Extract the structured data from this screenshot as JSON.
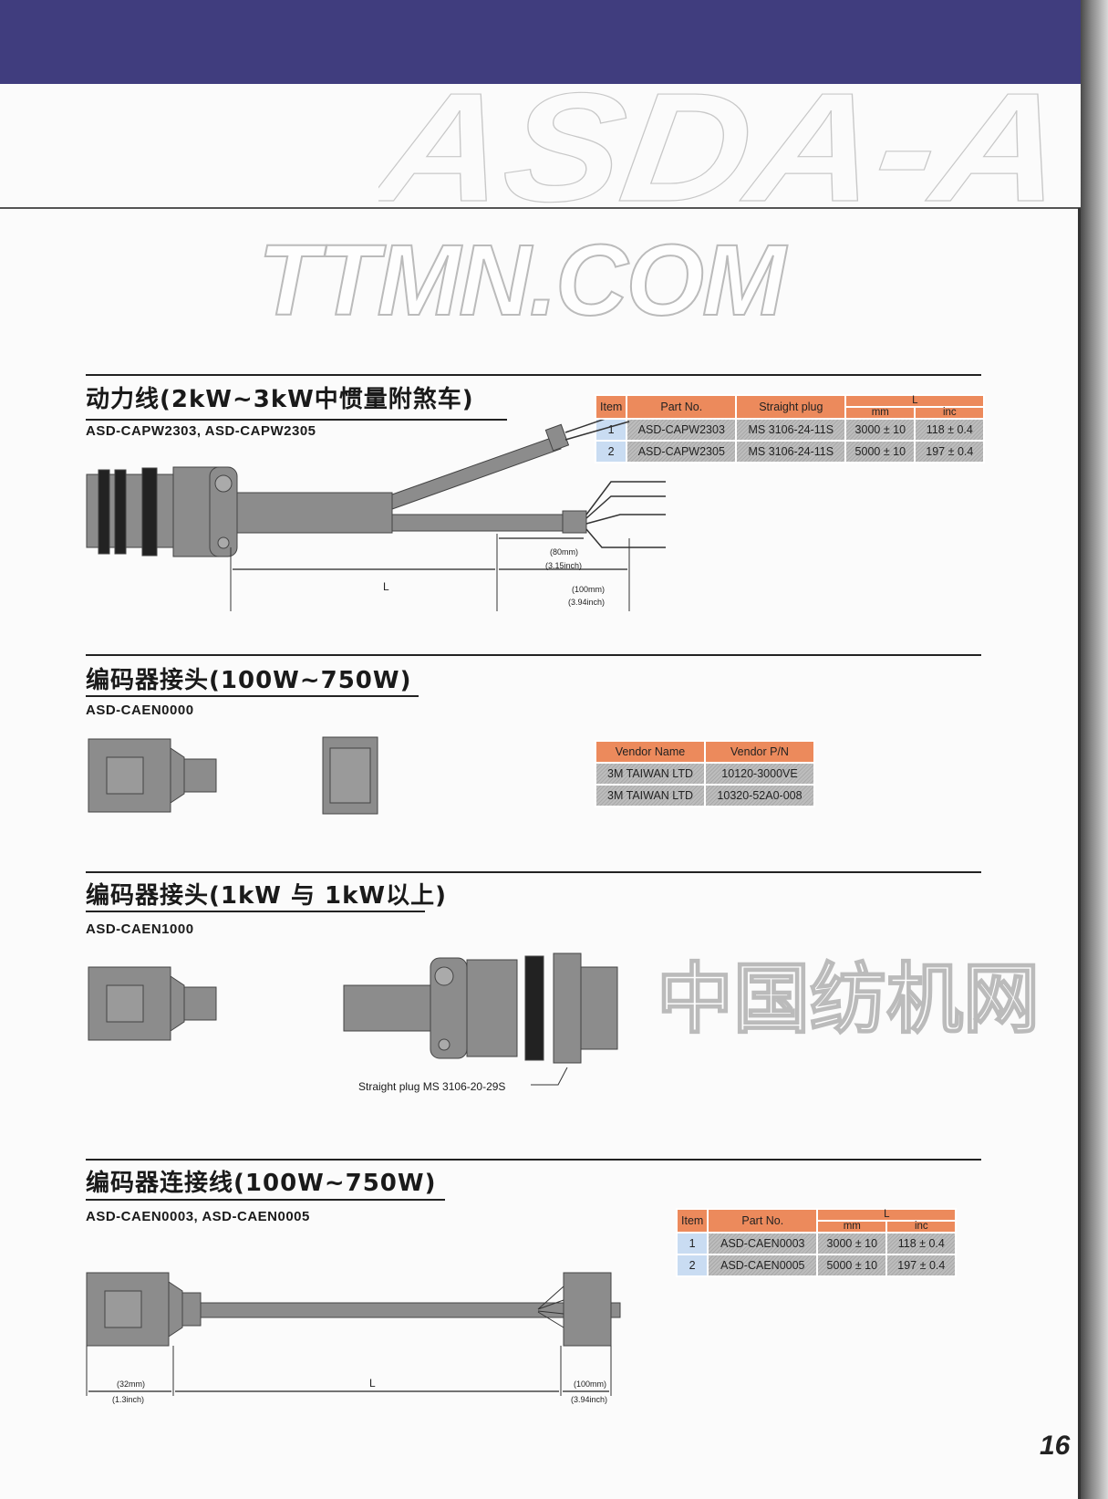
{
  "header": {
    "logo_text": "ASDA-A",
    "banner_color": "#403d7e"
  },
  "sections": [
    {
      "title": "动力线(2kW~3kW中惯量附煞车)",
      "models": "ASD-CAPW2303, ASD-CAPW2305",
      "table": {
        "headers": {
          "item": "Item",
          "part": "Part No.",
          "plug": "Straight plug",
          "L": "L",
          "mm": "mm",
          "inc": "inc"
        },
        "rows": [
          {
            "item": "1",
            "part": "ASD-CAPW2303",
            "plug": "MS 3106-24-11S",
            "mm": "3000 ± 10",
            "inc": "118 ± 0.4"
          },
          {
            "item": "2",
            "part": "ASD-CAPW2305",
            "plug": "MS 3106-24-11S",
            "mm": "5000 ± 10",
            "inc": "197 ± 0.4"
          }
        ]
      },
      "dims": {
        "L": "L",
        "d1mm": "(80mm)",
        "d1in": "(3.15inch)",
        "d2mm": "(100mm)",
        "d2in": "(3.94inch)"
      }
    },
    {
      "title": "编码器接头(100W~750W)",
      "models": "ASD-CAEN0000",
      "table": {
        "headers": {
          "name": "Vendor Name",
          "pn": "Vendor P/N"
        },
        "rows": [
          {
            "name": "3M TAIWAN LTD",
            "pn": "10120-3000VE"
          },
          {
            "name": "3M TAIWAN LTD",
            "pn": "10320-52A0-008"
          }
        ]
      }
    },
    {
      "title": "编码器接头(1kW 与 1kW以上)",
      "models": "ASD-CAEN1000",
      "plug_label": "Straight plug MS 3106-20-29S"
    },
    {
      "title": "编码器连接线(100W~750W)",
      "models": "ASD-CAEN0003, ASD-CAEN0005",
      "table": {
        "headers": {
          "item": "Item",
          "part": "Part No.",
          "L": "L",
          "mm": "mm",
          "inc": "inc"
        },
        "rows": [
          {
            "item": "1",
            "part": "ASD-CAEN0003",
            "mm": "3000 ± 10",
            "inc": "118 ± 0.4"
          },
          {
            "item": "2",
            "part": "ASD-CAEN0005",
            "mm": "5000 ± 10",
            "inc": "197 ± 0.4"
          }
        ]
      },
      "dims": {
        "d1mm": "(32mm)",
        "d1in": "(1.3inch)",
        "L": "L",
        "d2mm": "(100mm)",
        "d2in": "(3.94inch)"
      }
    }
  ],
  "watermark": {
    "line1": "TTMN.COM",
    "line2": "中国纺机网"
  },
  "page_number": "16"
}
